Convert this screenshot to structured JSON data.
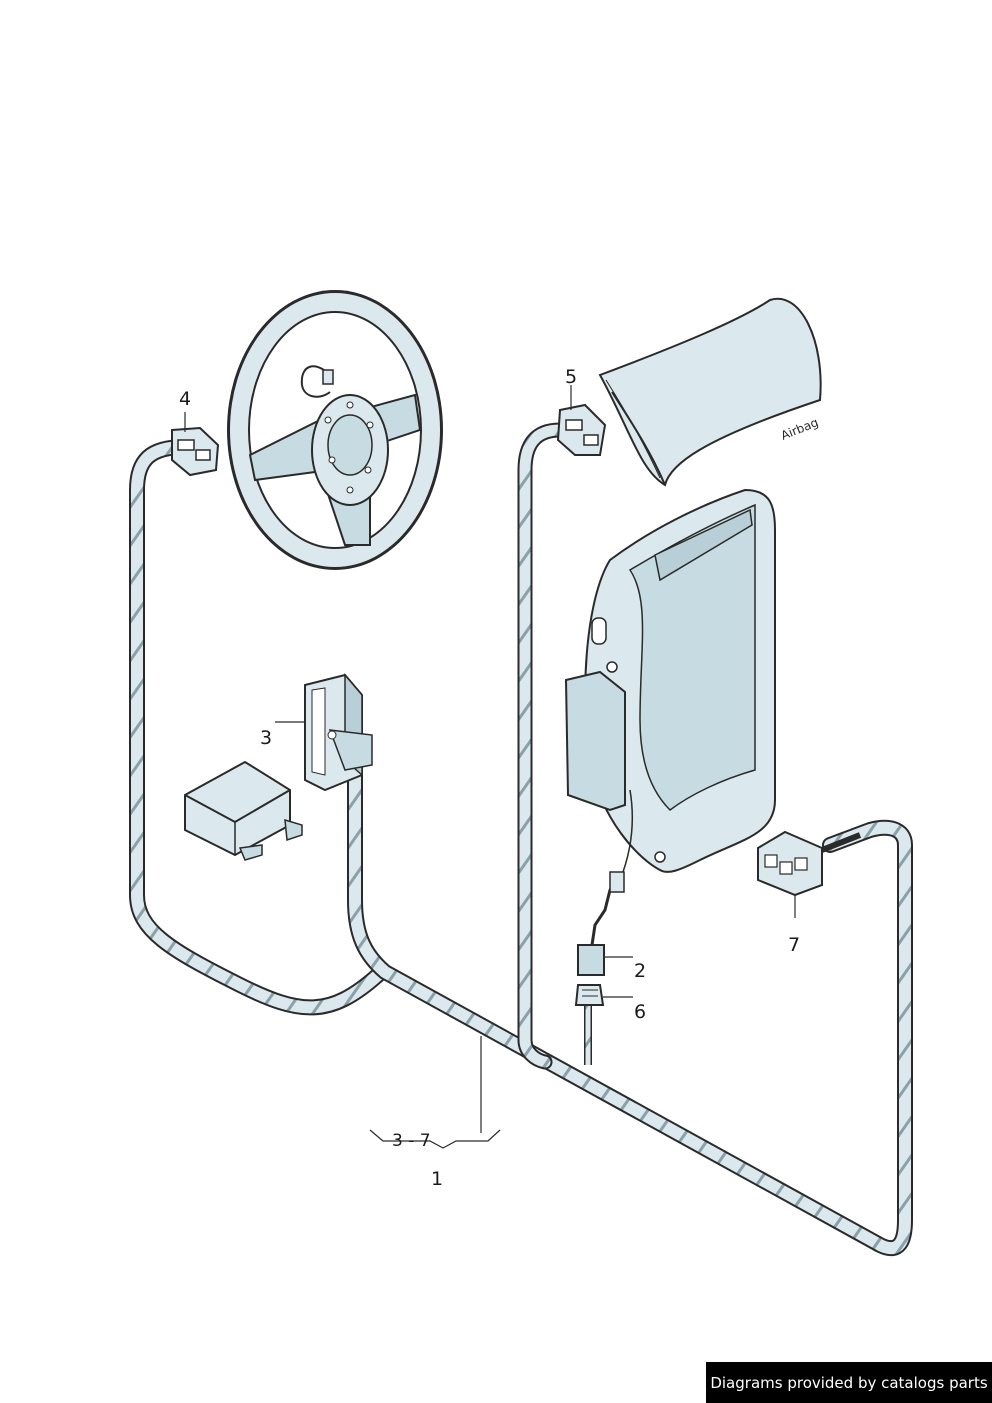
{
  "diagram": {
    "callouts": {
      "c1": "1",
      "c2": "2",
      "c3": "3",
      "c4": "4",
      "c5": "5",
      "c6": "6",
      "c7": "7",
      "range": "3 - 7"
    },
    "airbag_text": "Airbag",
    "colors": {
      "part_fill": "#dbe9ee",
      "part_shadow": "#b9cfd7",
      "outline": "#2a2a2a"
    }
  },
  "footer": {
    "credit": "Diagrams provided by catalogs parts"
  }
}
